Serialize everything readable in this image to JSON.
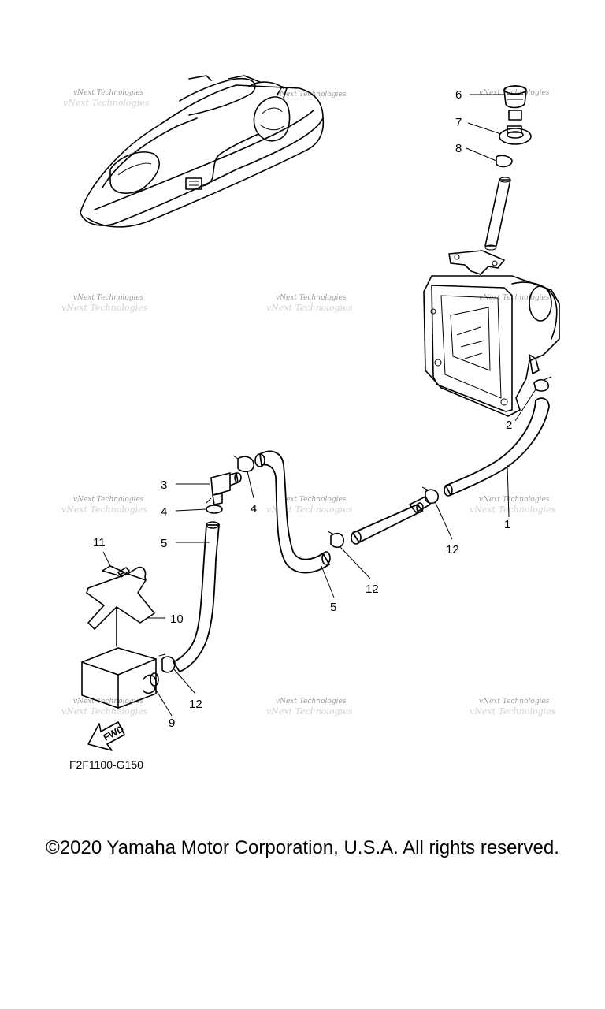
{
  "diagram": {
    "drawing_code": "F2F1100-G150",
    "direction_label": "FWD",
    "watermark_text": "vNext Technologies",
    "callouts": [
      "1",
      "2",
      "3",
      "4",
      "4",
      "5",
      "5",
      "6",
      "7",
      "8",
      "9",
      "10",
      "11",
      "12",
      "12",
      "12"
    ]
  },
  "footer": {
    "copyright": "©2020 Yamaha Motor Corporation, U.S.A. All rights reserved."
  }
}
